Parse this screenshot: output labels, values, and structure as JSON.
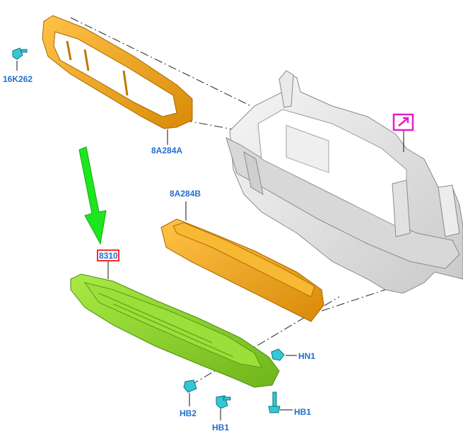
{
  "diagram": {
    "parts": {
      "p16k262": "16K262",
      "p8a284a": "8A284A",
      "p8a284b": "8A284B",
      "p8310": "8310",
      "hn1": "HN1",
      "hb2": "HB2",
      "hb1_left": "HB1",
      "hb1_right": "HB1"
    },
    "colors": {
      "upper_deflector": "#f2a81c",
      "lower_deflector": "#f2a81c",
      "shield": "#8fd42a",
      "fasteners": "#33c8d6",
      "callout_text": "#1f6fd1",
      "callout_box": "#ff2a2a",
      "link_icon": "#e61ec8",
      "pointer_arrow": "#1ee61e",
      "carrier": "#e6e6e6"
    },
    "icons": {
      "link": "external-link-icon",
      "pointer": "green-arrow-icon"
    }
  }
}
